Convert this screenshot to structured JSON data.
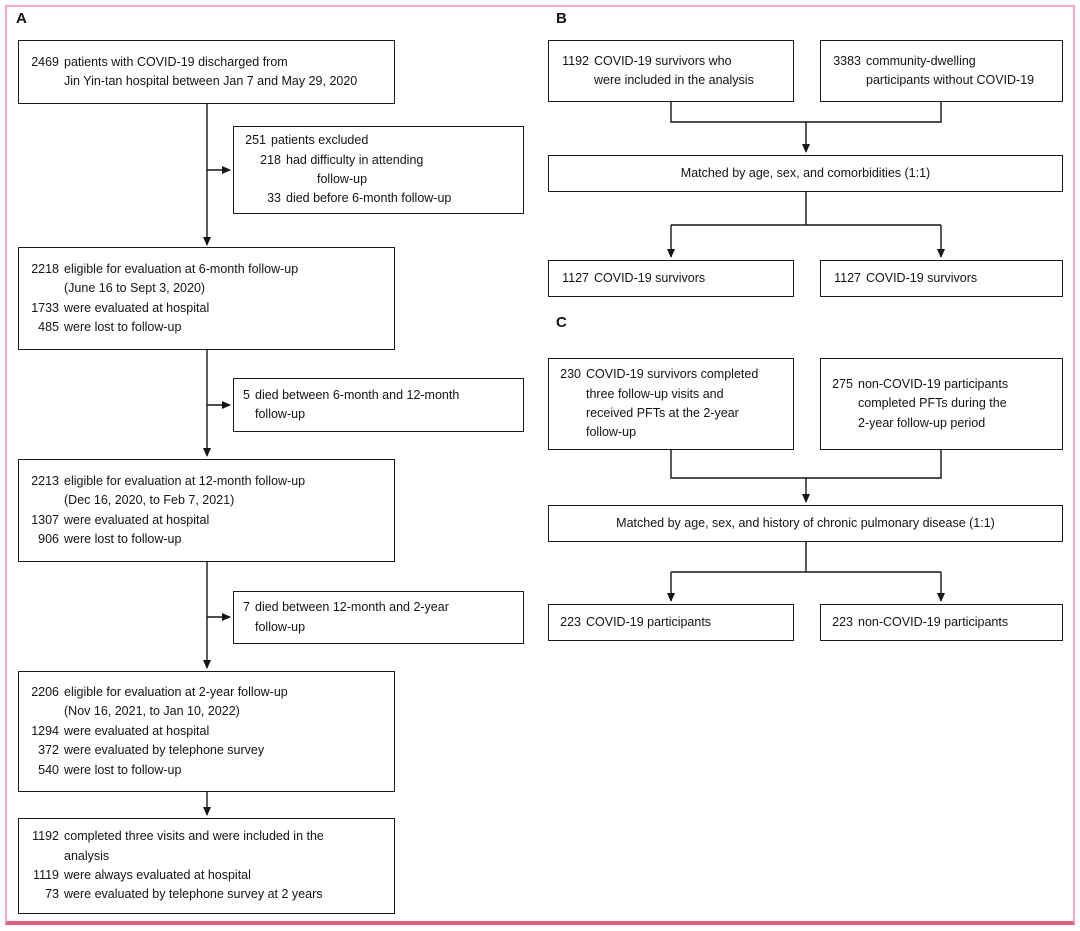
{
  "colors": {
    "frame": "#f2a7ba",
    "frame_bottom": "#e2607e",
    "box_border": "#1c1c1c",
    "arrow": "#151515"
  },
  "panelA": {
    "label": "A",
    "box_discharged": {
      "lines": [
        {
          "n": "2469",
          "t": "patients with COVID-19 discharged from"
        },
        {
          "n": "",
          "t": "Jin Yin-tan hospital between Jan 7 and May 29, 2020"
        }
      ]
    },
    "box_excluded": {
      "lines": [
        {
          "n": "251",
          "t": "patients excluded"
        },
        {
          "n": "218",
          "t": "had difficulty in attending",
          "ind": 1
        },
        {
          "n": "",
          "t": "follow-up",
          "ind": 2
        },
        {
          "n": "33",
          "t": "died before 6-month follow-up",
          "ind": 1
        }
      ]
    },
    "box_6month": {
      "lines": [
        {
          "n": "2218",
          "t": "eligible for evaluation at 6-month follow-up"
        },
        {
          "n": "",
          "t": "(June 16 to Sept 3, 2020)"
        },
        {
          "n": "1733",
          "t": "were evaluated at hospital"
        },
        {
          "n": "485",
          "t": "were lost to follow-up"
        }
      ]
    },
    "box_died_6_12": {
      "lines": [
        {
          "n": "5",
          "t": "died between 6-month and 12-month"
        },
        {
          "n": "",
          "t": "follow-up"
        }
      ]
    },
    "box_12month": {
      "lines": [
        {
          "n": "2213",
          "t": "eligible for evaluation at 12-month follow-up"
        },
        {
          "n": "",
          "t": "(Dec 16, 2020, to Feb 7, 2021)"
        },
        {
          "n": "1307",
          "t": "were evaluated at hospital"
        },
        {
          "n": "906",
          "t": "were lost to follow-up"
        }
      ]
    },
    "box_died_12_24": {
      "lines": [
        {
          "n": "7",
          "t": "died between 12-month and 2-year"
        },
        {
          "n": "",
          "t": "follow-up"
        }
      ]
    },
    "box_2year": {
      "lines": [
        {
          "n": "2206",
          "t": "eligible for evaluation at 2-year follow-up"
        },
        {
          "n": "",
          "t": "(Nov 16, 2021, to Jan 10, 2022)"
        },
        {
          "n": "1294",
          "t": "were evaluated at hospital"
        },
        {
          "n": "372",
          "t": "were evaluated by telephone survey"
        },
        {
          "n": "540",
          "t": "were lost to follow-up"
        }
      ]
    },
    "box_completed": {
      "lines": [
        {
          "n": "1192",
          "t": "completed three visits and were included in the"
        },
        {
          "n": "",
          "t": "analysis"
        },
        {
          "n": "1119",
          "t": "were always evaluated at hospital"
        },
        {
          "n": "73",
          "t": "were evaluated by telephone survey at 2 years"
        }
      ]
    }
  },
  "panelB": {
    "label": "B",
    "box_survivors": {
      "lines": [
        {
          "n": "1192",
          "t": "COVID-19 survivors who"
        },
        {
          "n": "",
          "t": "were included in the analysis"
        }
      ]
    },
    "box_community": {
      "lines": [
        {
          "n": "3383",
          "t": "community-dwelling"
        },
        {
          "n": "",
          "t": "participants without COVID-19"
        }
      ]
    },
    "box_matched": {
      "text": "Matched by age, sex, and comorbidities (1:1)"
    },
    "box_left": {
      "lines": [
        {
          "n": "1127",
          "t": "COVID-19 survivors"
        }
      ]
    },
    "box_right": {
      "lines": [
        {
          "n": "1127",
          "t": "COVID-19 survivors"
        }
      ]
    }
  },
  "panelC": {
    "label": "C",
    "box_pft_covid": {
      "lines": [
        {
          "n": "230",
          "t": "COVID-19 survivors completed"
        },
        {
          "n": "",
          "t": "three follow-up visits and"
        },
        {
          "n": "",
          "t": "received PFTs at the 2-year"
        },
        {
          "n": "",
          "t": "follow-up"
        }
      ]
    },
    "box_pft_noncovid": {
      "lines": [
        {
          "n": "275",
          "t": "non-COVID-19 participants"
        },
        {
          "n": "",
          "t": "completed PFTs during the"
        },
        {
          "n": "",
          "t": "2-year follow-up period"
        }
      ]
    },
    "box_matched": {
      "text": "Matched by age, sex, and history of chronic pulmonary disease (1:1)"
    },
    "box_left": {
      "lines": [
        {
          "n": "223",
          "t": "COVID-19 participants"
        }
      ]
    },
    "box_right": {
      "lines": [
        {
          "n": "223",
          "t": "non-COVID-19 participants"
        }
      ]
    }
  }
}
